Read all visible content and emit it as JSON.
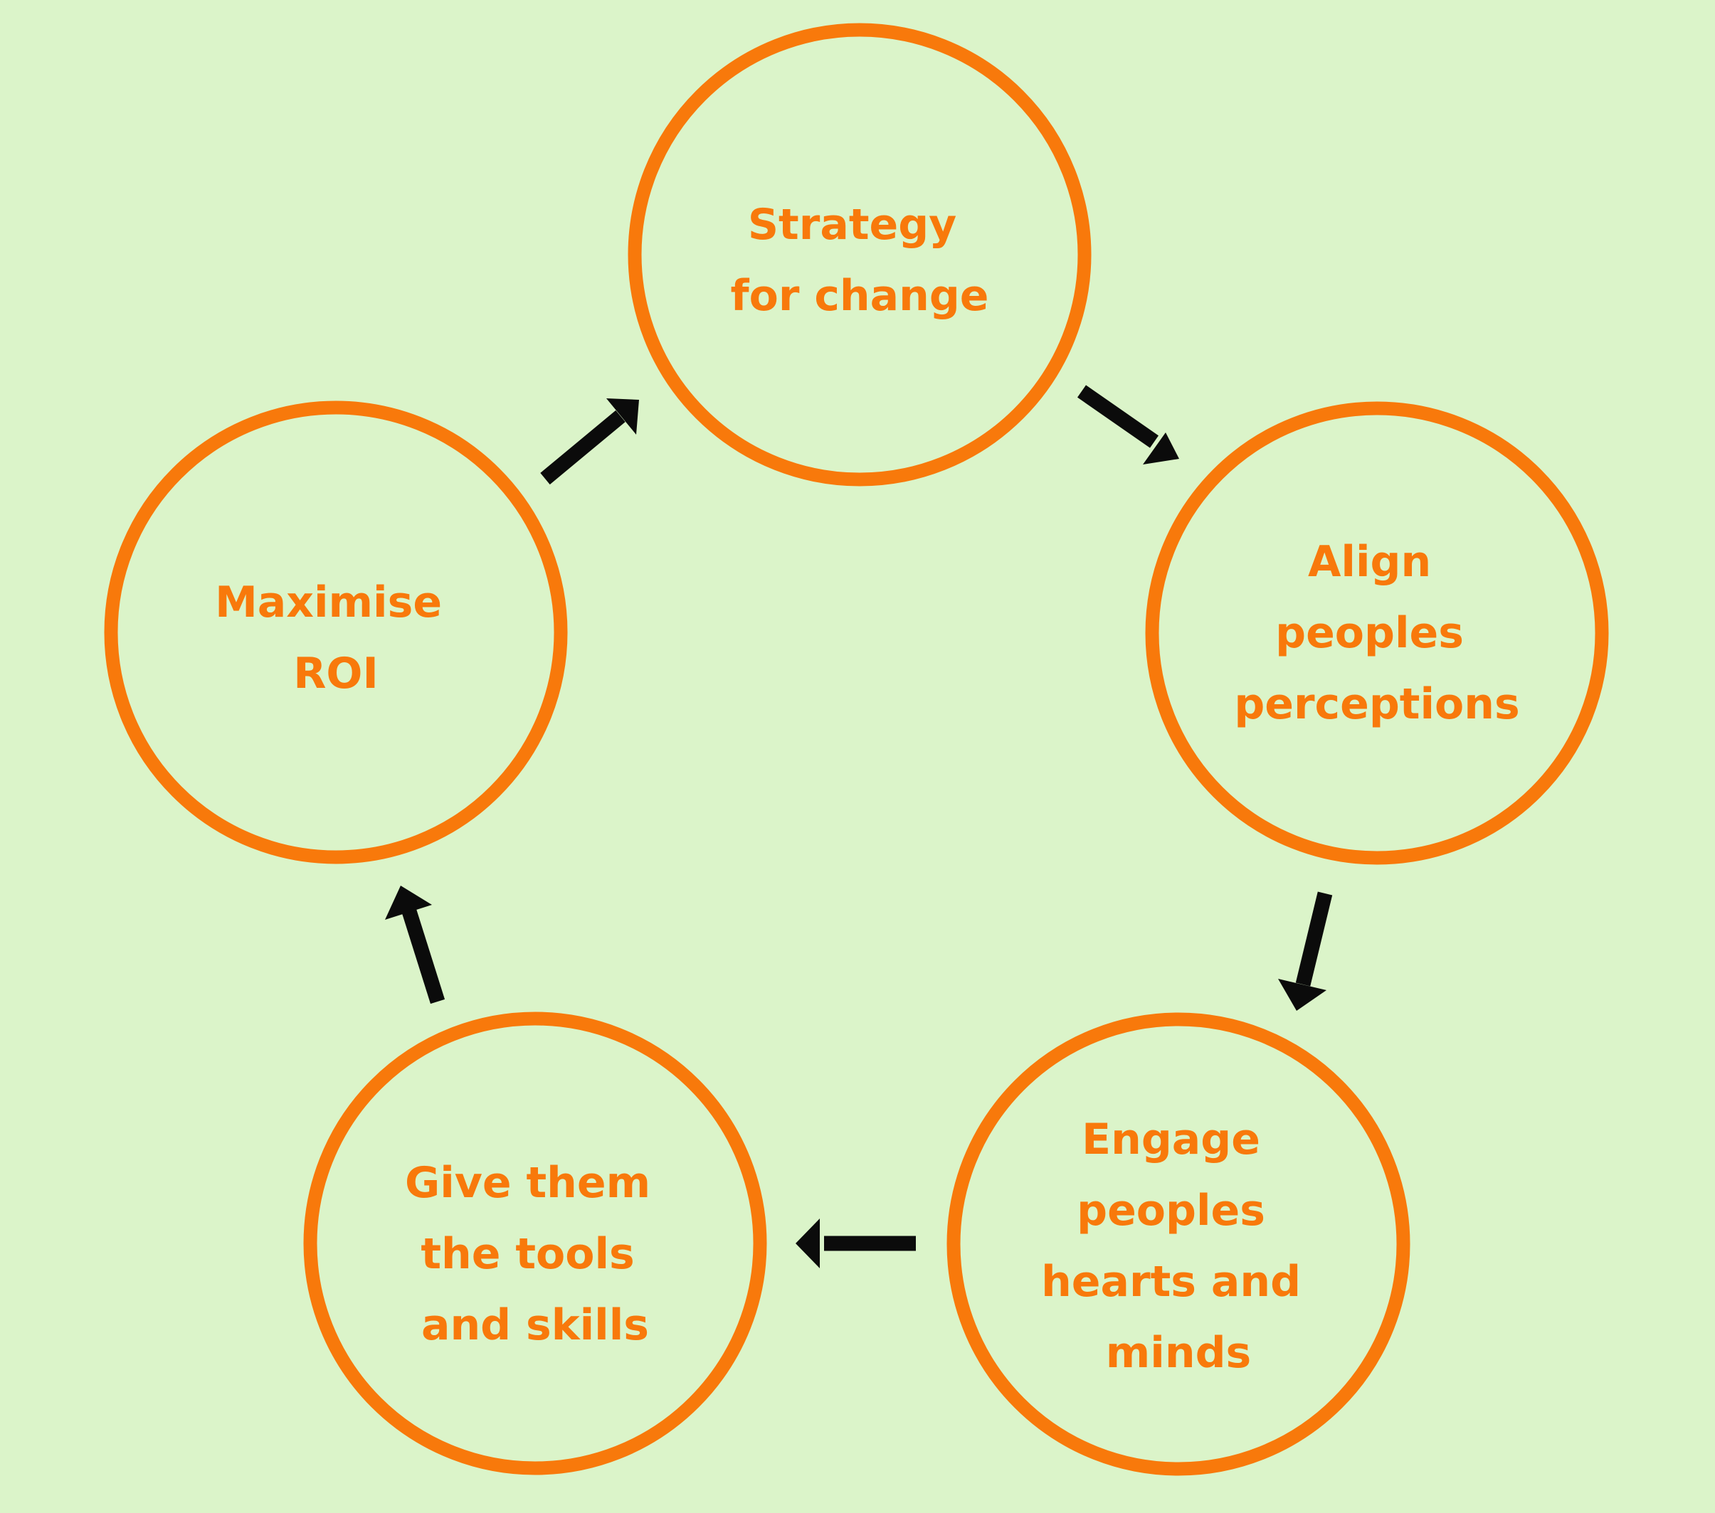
{
  "colors": {
    "background": "#dbf4c9",
    "accent": "#f8790b",
    "arrow": "#0b0b0b"
  },
  "nodes": [
    {
      "id": "strategy",
      "lines": [
        "Strategy",
        "for change"
      ]
    },
    {
      "id": "align",
      "lines": [
        "Align",
        "peoples",
        "perceptions"
      ]
    },
    {
      "id": "engage",
      "lines": [
        "Engage",
        "peoples",
        "hearts and",
        "minds"
      ]
    },
    {
      "id": "tools",
      "lines": [
        "Give them",
        "the tools",
        "and skills"
      ]
    },
    {
      "id": "roi",
      "lines": [
        "Maximise",
        "ROI"
      ]
    }
  ],
  "edges": [
    {
      "from": "strategy",
      "to": "align"
    },
    {
      "from": "align",
      "to": "engage"
    },
    {
      "from": "engage",
      "to": "tools"
    },
    {
      "from": "tools",
      "to": "roi"
    },
    {
      "from": "roi",
      "to": "strategy"
    }
  ]
}
